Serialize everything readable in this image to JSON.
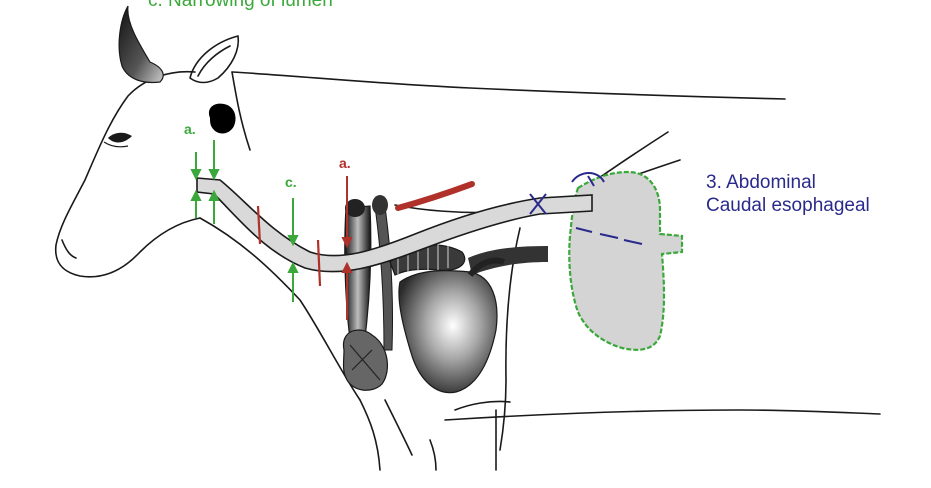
{
  "diagram": {
    "top_caption": "c. Narrowing of lumen",
    "marker_labels": {
      "green_a": "a.",
      "green_c": "c.",
      "red_a": "a."
    },
    "region_label": {
      "line1": "3. Abdominal",
      "line2": "Caudal esophageal"
    }
  },
  "colors": {
    "green": "#3aa83a",
    "red": "#b0302a",
    "blue": "#2a2a8c",
    "esophagus_fill": "#d9d9d9",
    "organ_dark": "#222222",
    "outline": "#1a1a1a"
  }
}
